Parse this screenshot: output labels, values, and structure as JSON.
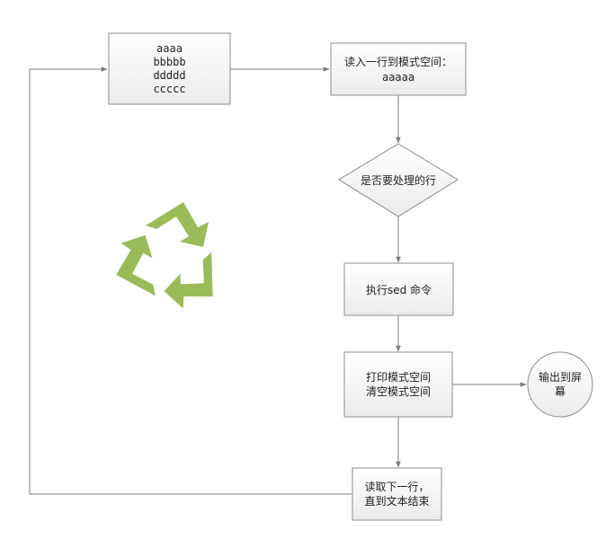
{
  "diagram": {
    "input_lines": [
      "aaaa",
      "bbbbb",
      "ddddd",
      "ccccc"
    ],
    "read_line": [
      "读入一行到模式空间：",
      "aaaaa"
    ],
    "decision": "是否要处理的行",
    "execute": "执行sed 命令",
    "print_clear": [
      "打印模式空间",
      "清空模式空间"
    ],
    "output": [
      "输出到屏",
      "幕"
    ],
    "next_line": [
      "读取下一行，",
      "直到文本结束"
    ]
  },
  "icon": {
    "name": "recycle-icon",
    "color": "#9bbb59"
  },
  "colors": {
    "box_fill": "#f2f2f2",
    "border": "#8c8c8c",
    "line": "#7f7f7f"
  }
}
